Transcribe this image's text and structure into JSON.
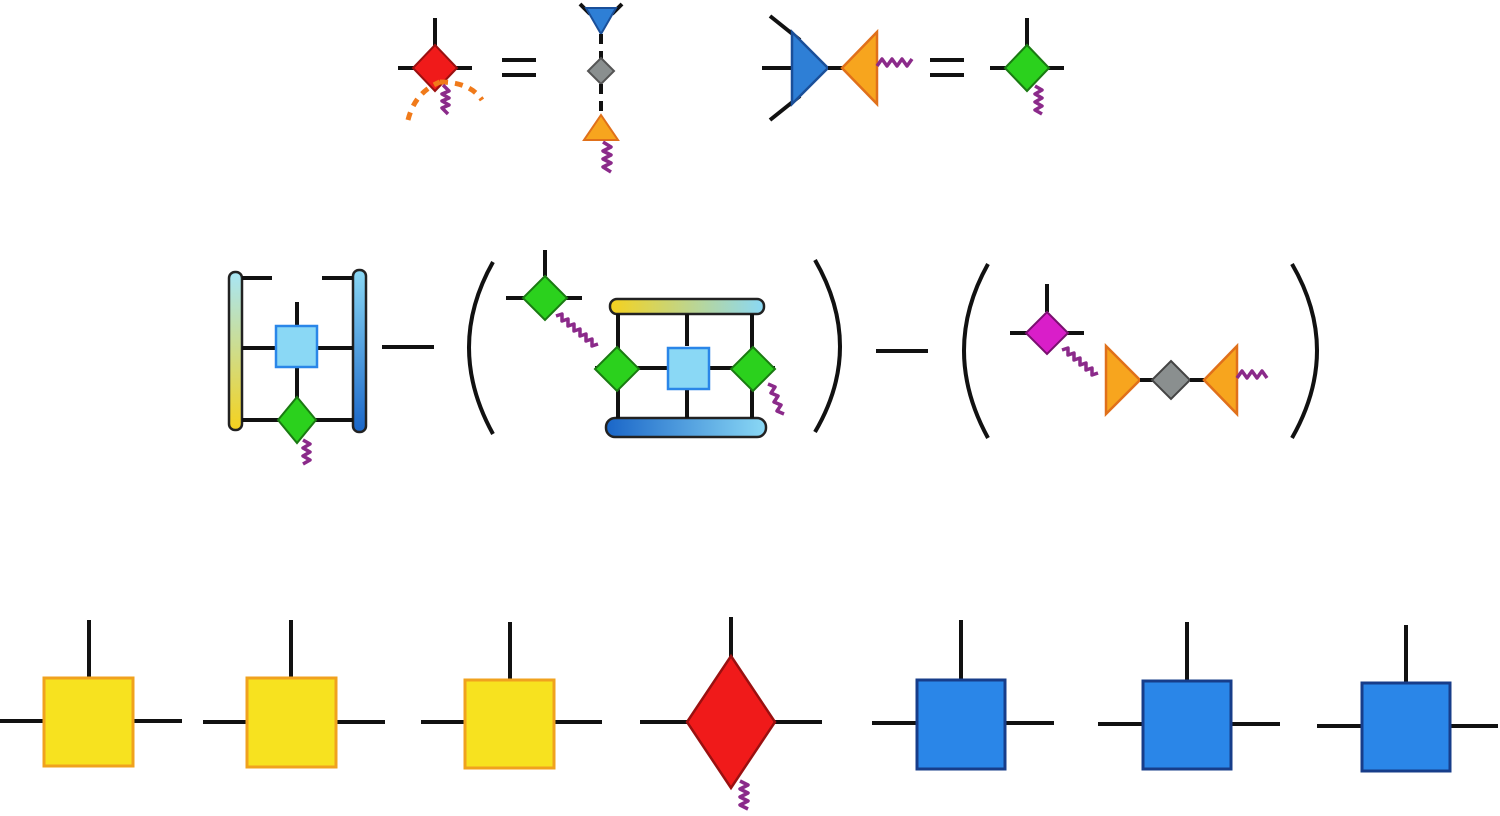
{
  "colors": {
    "red": "#f01a1a",
    "green": "#2bd11d",
    "gray": "#8a8f8f",
    "orange": "#f7a51e",
    "blue_triangle": "#2e7fd6",
    "light_blue": "#8ad8f5",
    "magenta": "#d91ec9",
    "yellow": "#f7e21f",
    "blue_square": "#2a86e8",
    "wiggle": "#8b2a8a",
    "legs": "#111111"
  },
  "rows": {
    "top": [
      "red-diamond",
      "equals",
      "blue-triangle-gray-diamond-orange-triangle",
      "blue-triangle-orange-triangle",
      "equals",
      "green-diamond"
    ],
    "middle": [
      "ladder-network",
      "minus",
      "bracketed-network",
      "minus",
      "bracketed-chain"
    ],
    "bottom": [
      "yellow-square",
      "yellow-square",
      "yellow-square",
      "red-diamond",
      "blue-square",
      "blue-square",
      "blue-square"
    ]
  }
}
